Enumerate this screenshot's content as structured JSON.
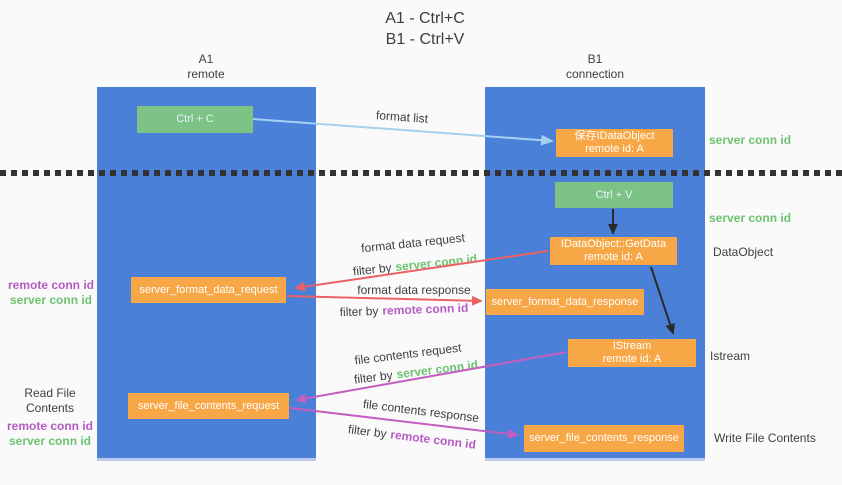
{
  "title": {
    "line1": "A1 - Ctrl+C",
    "line2": "B1 - Ctrl+V"
  },
  "lanes": {
    "a1": {
      "name": "A1",
      "role": "remote"
    },
    "b1": {
      "name": "B1",
      "role": "connection"
    }
  },
  "boxes": {
    "ctrl_c": "Ctrl + C",
    "ctrl_v": "Ctrl + V",
    "save_idataobject": {
      "line1": "保存IDataObject",
      "line2": "remote id: A"
    },
    "getdata": {
      "line1": "IDataObject::GetData",
      "line2": "remote id: A"
    },
    "istream": {
      "line1": "IStream",
      "line2": "remote id: A"
    },
    "format_request": "server_format_data_request",
    "format_response": "server_format_data_response",
    "file_request": "server_file_contents_request",
    "file_response": "server_file_contents_response"
  },
  "arrow_labels": {
    "format_list": "format list",
    "format_data_request": "format data request",
    "format_data_response": "format data response",
    "file_contents_request": "file contents request",
    "file_contents_response": "file contents response",
    "filter_by": "filter by",
    "server_conn_id": "server conn id",
    "remote_conn_id": "remote conn id"
  },
  "side_labels": {
    "server_conn_id_top": "server conn id",
    "server_conn_id_mid": "server conn id",
    "dataobject": "DataObject",
    "istream": "Istream",
    "write_file_contents": "Write File Contents",
    "read_file_contents": "Read File Contents",
    "remote_conn_id": "remote conn id",
    "server_conn_id": "server conn id"
  },
  "colors": {
    "lane_blue": "#4a80d8",
    "box_green": "#7dc385",
    "box_orange": "#f8a747",
    "arrow_red": "#ec6165",
    "arrow_magenta": "#c55ec2",
    "arrow_lightblue": "#a5d1f0",
    "arrow_black": "#2b2b2b",
    "conn_id_green": "#6dc370",
    "conn_id_purple": "#b55bc3"
  }
}
